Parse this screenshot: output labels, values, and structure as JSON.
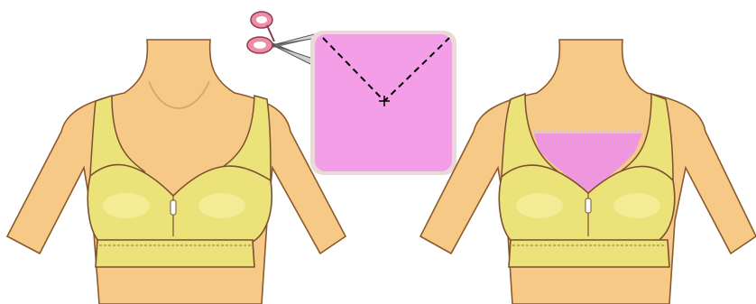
{
  "scene": {
    "description_panels": [
      "before",
      "fabric-piece",
      "after"
    ],
    "colors": {
      "skin": "#f7c987",
      "skin_shade": "#e7a969",
      "skin_outline": "#8a5a2b",
      "bra": "#ece27a",
      "bra_light": "#f6ef9c",
      "bra_outline": "#7a5030",
      "fabric": "#f49ee8",
      "fabric_insert": "#ee97df",
      "lace": "#d8c8c8",
      "scissors_handle": "#ee8ea6",
      "cut_line": "#000000"
    },
    "icons": {
      "left": "mannequin-bra-icon",
      "tool": "scissors-icon",
      "fabric": "fabric-square-icon",
      "right": "mannequin-bra-with-insert-icon"
    }
  }
}
